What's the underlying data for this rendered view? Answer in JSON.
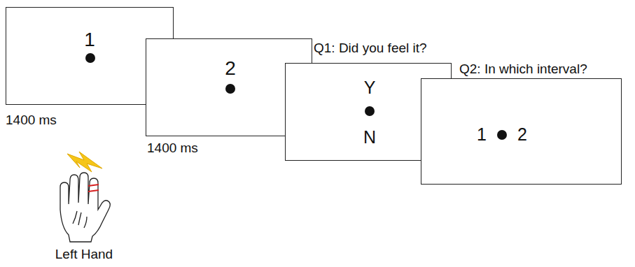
{
  "diagram": {
    "nodes": [
      {
        "text": [
          "1"
        ]
      },
      {
        "text": [
          "2"
        ]
      },
      {
        "text": [
          "Q1: Did you feel it?",
          "Y",
          "N"
        ]
      },
      {
        "text": [
          "Q2: In which interval?",
          "1",
          "2"
        ]
      }
    ],
    "labels": [
      "1400 ms",
      "1400 ms",
      "Left Hand"
    ]
  }
}
